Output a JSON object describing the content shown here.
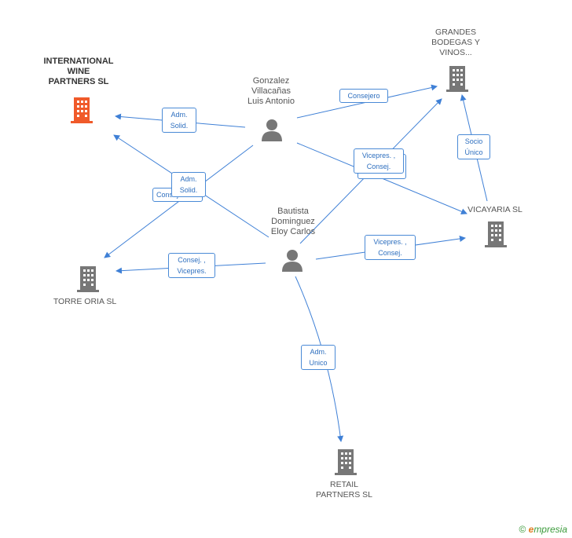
{
  "nodes": {
    "iwp": "INTERNATIONAL WINE PARTNERS SL",
    "iwp_lines": [
      "INTERNATIONAL",
      "WINE",
      "PARTNERS SL"
    ],
    "grandes_lines": [
      "GRANDES",
      "BODEGAS Y",
      "VINOS..."
    ],
    "gonzalez_lines": [
      "Gonzalez",
      "Villacañas",
      "Luis Antonio"
    ],
    "bautista_lines": [
      "Bautista",
      "Dominguez",
      "Eloy Carlos"
    ],
    "vicayaria": "VICAYARIA SL",
    "torre": "TORRE ORIA SL",
    "retail_lines": [
      "RETAIL",
      "PARTNERS SL"
    ]
  },
  "edges": {
    "consejero": "Consejero",
    "adm_solid_1": [
      "Adm.",
      "Solid."
    ],
    "adm_solid_2": [
      "Adm.",
      "Solid."
    ],
    "consej_behind": "Consej.",
    "vicepres_consej_1": [
      "Vicepres. ,",
      "Consej."
    ],
    "socio_unico": [
      "Socio",
      "Único"
    ],
    "vicepres_consej_2": [
      "Vicepres. ,",
      "Consej."
    ],
    "consej_vicepres": [
      "Consej. ,",
      "Vicepres."
    ],
    "adm_unico": [
      "Adm.",
      "Unico"
    ]
  },
  "colors": {
    "main_company": "#f05a2a",
    "company": "#777777",
    "person": "#777777",
    "edge": "#3f80d6"
  },
  "icons": {
    "company": "building-icon",
    "person": "person-icon"
  },
  "watermark": {
    "copyright": "©",
    "brand_e": "e",
    "brand_rest": "mpresia"
  }
}
